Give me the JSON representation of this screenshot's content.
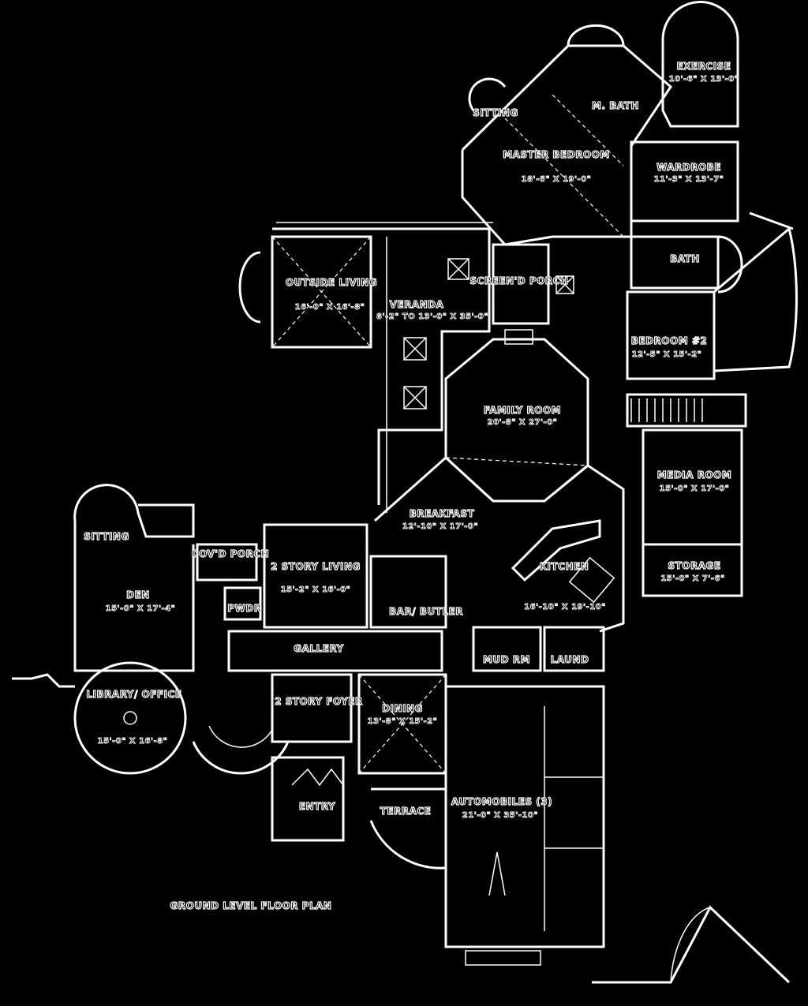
{
  "plan": {
    "caption": "GROUND LEVEL  FLOOR PLAN",
    "rooms": [
      {
        "key": "exercise",
        "name": "EXERCISE",
        "dims": "10'-6\" X 13'-0\""
      },
      {
        "key": "m-bath",
        "name": "M. BATH",
        "dims": ""
      },
      {
        "key": "sitting-upper",
        "name": "SITTING",
        "dims": ""
      },
      {
        "key": "master-bedroom",
        "name": "MASTER BEDROOM",
        "dims": "18'-6\" X 19'-0\""
      },
      {
        "key": "wardrobe",
        "name": "WARDROBE",
        "dims": "11'-3\" X 13'-7\""
      },
      {
        "key": "bath",
        "name": "BATH",
        "dims": ""
      },
      {
        "key": "outside-living",
        "name": "OUTSIDE LIVING",
        "dims": "16'-0\" X 16'-8\""
      },
      {
        "key": "veranda",
        "name": "VERANDA",
        "dims": "8'-2\" TO 13'-0\" X 35'-0\""
      },
      {
        "key": "screened-porch",
        "name": "SCREEN'D PORCH",
        "dims": ""
      },
      {
        "key": "bedroom-2",
        "name": "BEDROOM #2",
        "dims": "12'-5\" X 15'-2\""
      },
      {
        "key": "family-room",
        "name": "FAMILY ROOM",
        "dims": "20'-8\" X 27'-0\""
      },
      {
        "key": "media-room",
        "name": "MEDIA ROOM",
        "dims": "15'-0\" X 17'-0\""
      },
      {
        "key": "breakfast",
        "name": "BREAKFAST",
        "dims": "12'-10\" X 17'-0\""
      },
      {
        "key": "sitting-lower",
        "name": "SITTING",
        "dims": ""
      },
      {
        "key": "covd-porch",
        "name": "COV'D PORCH",
        "dims": ""
      },
      {
        "key": "story-living",
        "name": "2 STORY LIVING",
        "dims": "15'-2\" X 16'-0\""
      },
      {
        "key": "storage",
        "name": "STORAGE",
        "dims": "15'-0\" X 7'-6\""
      },
      {
        "key": "kitchen",
        "name": "KITCHEN",
        "dims": "16'-10\" X 19'-10\""
      },
      {
        "key": "den",
        "name": "DEN",
        "dims": "15'-0\" X 17'-4\""
      },
      {
        "key": "pwdr",
        "name": "PWDR",
        "dims": ""
      },
      {
        "key": "bar-butler",
        "name": "BAR/ BUTLER",
        "dims": ""
      },
      {
        "key": "gallery",
        "name": "GALLERY",
        "dims": ""
      },
      {
        "key": "mud-rm",
        "name": "MUD RM",
        "dims": ""
      },
      {
        "key": "laund",
        "name": "LAUND",
        "dims": ""
      },
      {
        "key": "library-office",
        "name": "LIBRARY/ OFFICE",
        "dims": "15'-0\" X 16'-8\""
      },
      {
        "key": "story-foyer",
        "name": "2 STORY FOYER",
        "dims": ""
      },
      {
        "key": "dining",
        "name": "DINING",
        "dims": "13'-8\" X 15'-2\""
      },
      {
        "key": "entry",
        "name": "ENTRY",
        "dims": ""
      },
      {
        "key": "terrace",
        "name": "TERRACE",
        "dims": ""
      },
      {
        "key": "automobiles",
        "name": "AUTOMOBILES (3)",
        "dims": "21'-0\" X 35'-10\""
      }
    ]
  }
}
